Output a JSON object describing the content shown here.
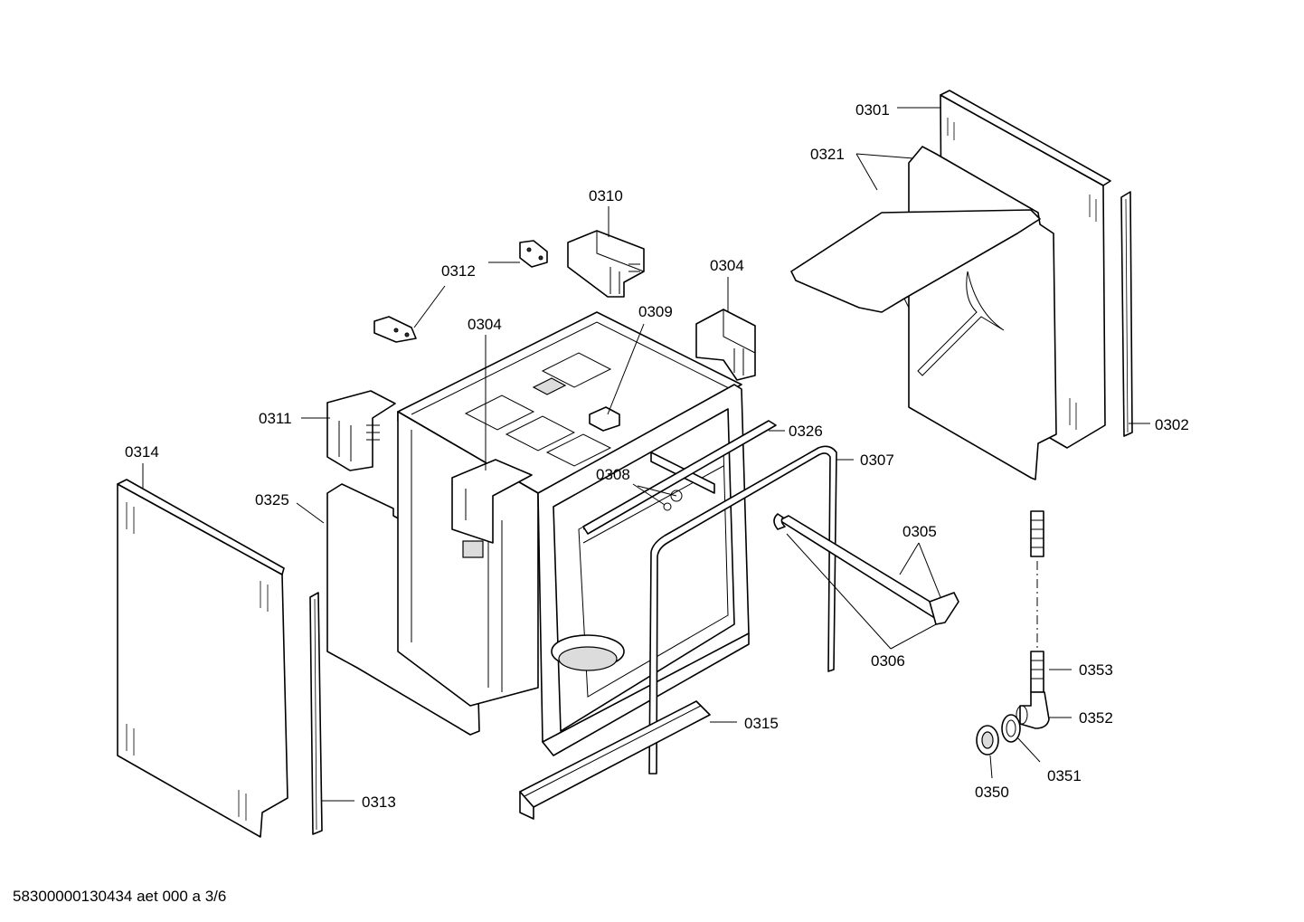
{
  "labels": {
    "p0301": "0301",
    "p0302": "0302",
    "p0304a": "0304",
    "p0304b": "0304",
    "p0305": "0305",
    "p0306": "0306",
    "p0307": "0307",
    "p0308": "0308",
    "p0309": "0309",
    "p0310": "0310",
    "p0311": "0311",
    "p0312": "0312",
    "p0313": "0313",
    "p0314": "0314",
    "p0315": "0315",
    "p0321": "0321",
    "p0325": "0325",
    "p0326": "0326",
    "p0350": "0350",
    "p0351": "0351",
    "p0352": "0352",
    "p0353": "0353"
  },
  "footer": "58300000130434 aet 000 a 3/6",
  "colors": {
    "line": "#000000",
    "background": "#ffffff"
  }
}
